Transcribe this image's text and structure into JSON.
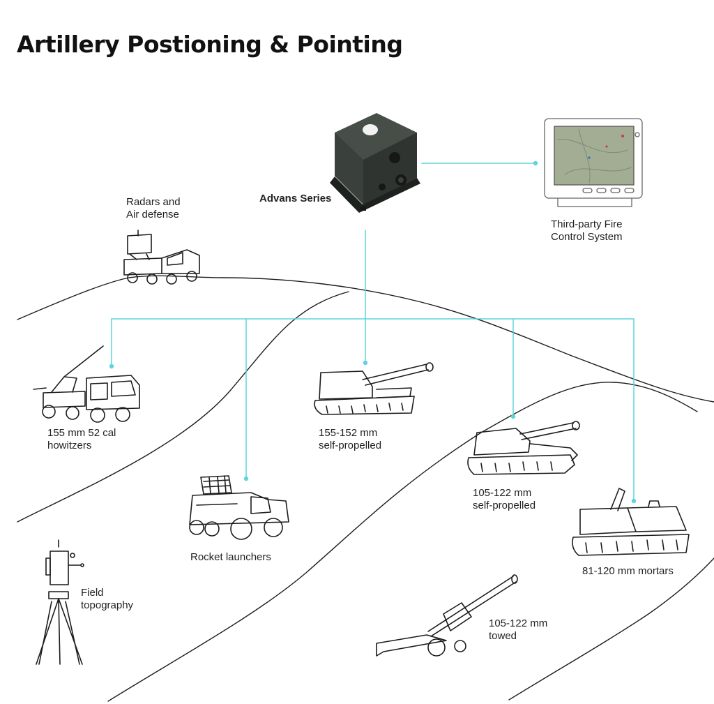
{
  "title": "Artillery Postioning & Pointing",
  "colors": {
    "link": "#5fd3de",
    "line": "#1c1c1c",
    "device": "#2f3430"
  },
  "device": {
    "label": "Advans Series"
  },
  "fcs": {
    "line1": "Third-party Fire",
    "line2": "Control System"
  },
  "radar": {
    "line1": "Radars and",
    "line2": "Air defense"
  },
  "howitzer": {
    "line1": "155 mm 52 cal",
    "line2": "howitzers"
  },
  "sp155": {
    "line1": "155-152 mm",
    "line2": "self-propelled"
  },
  "sp105": {
    "line1": "105-122 mm",
    "line2": "self-propelled"
  },
  "rocket": {
    "line1": "Rocket launchers"
  },
  "mortar": {
    "line1": "81-120 mm mortars"
  },
  "topo": {
    "line1": "Field",
    "line2": "topography"
  },
  "towed": {
    "line1": "105-122 mm",
    "line2": "towed"
  }
}
